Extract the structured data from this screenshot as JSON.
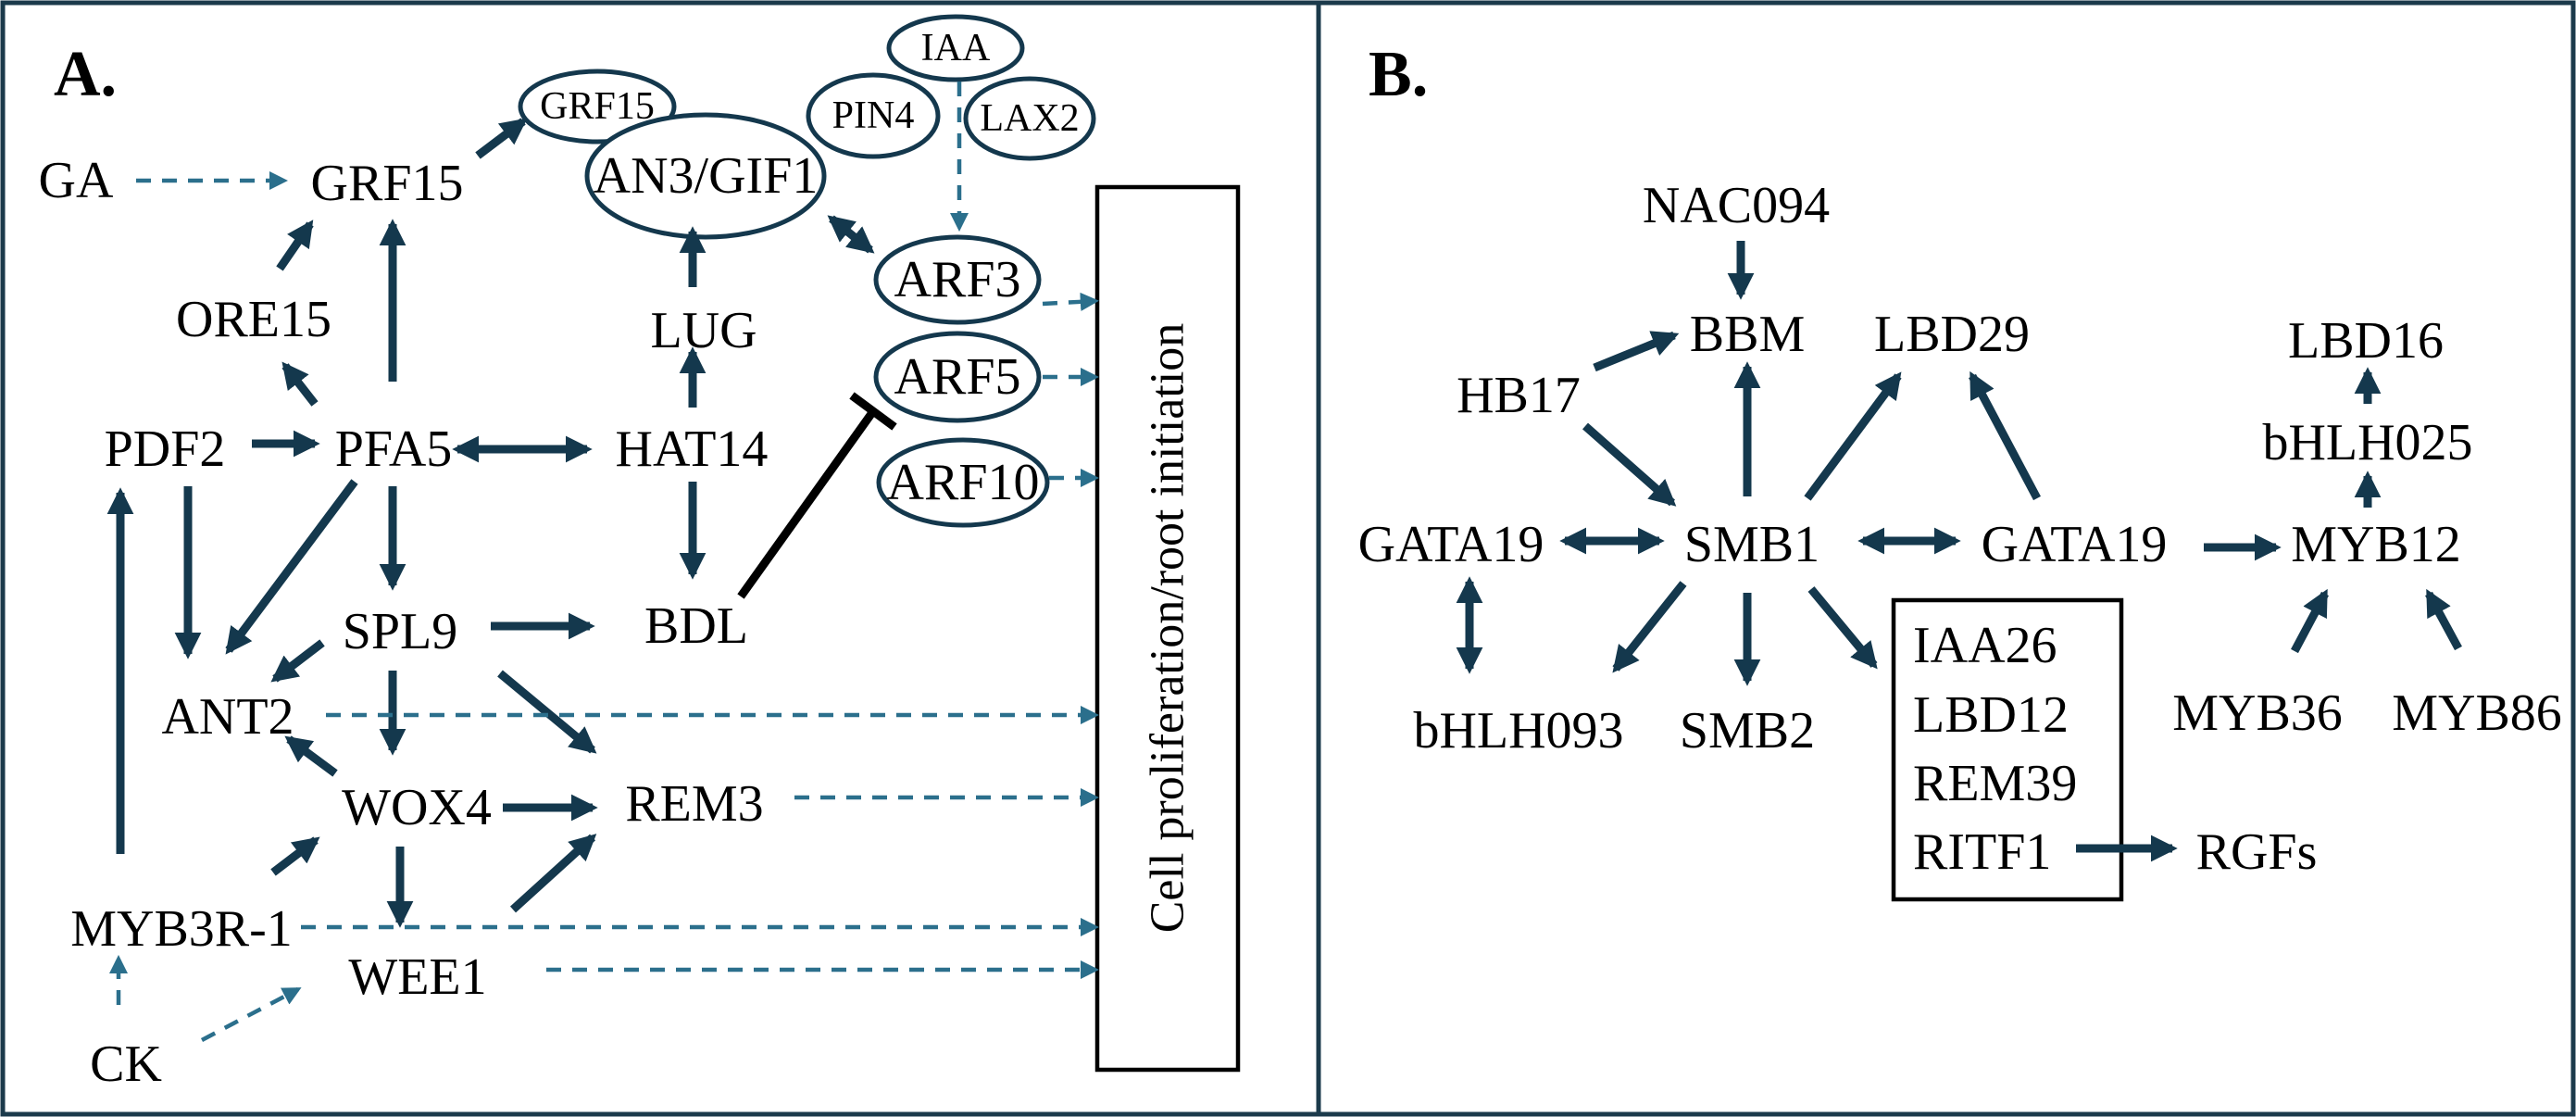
{
  "panels": {
    "a": {
      "letter": "A.",
      "nodes": {
        "ga": "GA",
        "grf15": "GRF15",
        "grf15_oval": "GRF15",
        "an3_gif1": "AN3/GIF1",
        "pin4": "PIN4",
        "iaa": "IAA",
        "lax2": "LAX2",
        "arf3": "ARF3",
        "arf5": "ARF5",
        "arf10": "ARF10",
        "ore15": "ORE15",
        "lug": "LUG",
        "pdf2": "PDF2",
        "pfa5": "PFA5",
        "hat14": "HAT14",
        "spl9": "SPL9",
        "bdl": "BDL",
        "ant2": "ANT2",
        "wox4": "WOX4",
        "rem3": "REM3",
        "myb3r1": "MYB3R-1",
        "wee1": "WEE1",
        "ck": "CK"
      },
      "output_box": "Cell proliferation/root initiation"
    },
    "b": {
      "letter": "B.",
      "nodes": {
        "nac094": "NAC094",
        "bbm": "BBM",
        "lbd29": "LBD29",
        "lbd16": "LBD16",
        "hb17": "HB17",
        "bhlh025": "bHLH025",
        "gata19_left": "GATA19",
        "smb1": "SMB1",
        "gata19_right": "GATA19",
        "myb12": "MYB12",
        "bhlh093": "bHLH093",
        "smb2": "SMB2",
        "myb36": "MYB36",
        "myb86": "MYB86",
        "rgfs": "RGFs"
      },
      "target_box": [
        "IAA26",
        "LBD12",
        "REM39",
        "RITF1"
      ]
    }
  },
  "colors": {
    "solid_edge": "#14384d",
    "dashed_edge": "#2b6f8c",
    "inhibition": "#000000"
  }
}
